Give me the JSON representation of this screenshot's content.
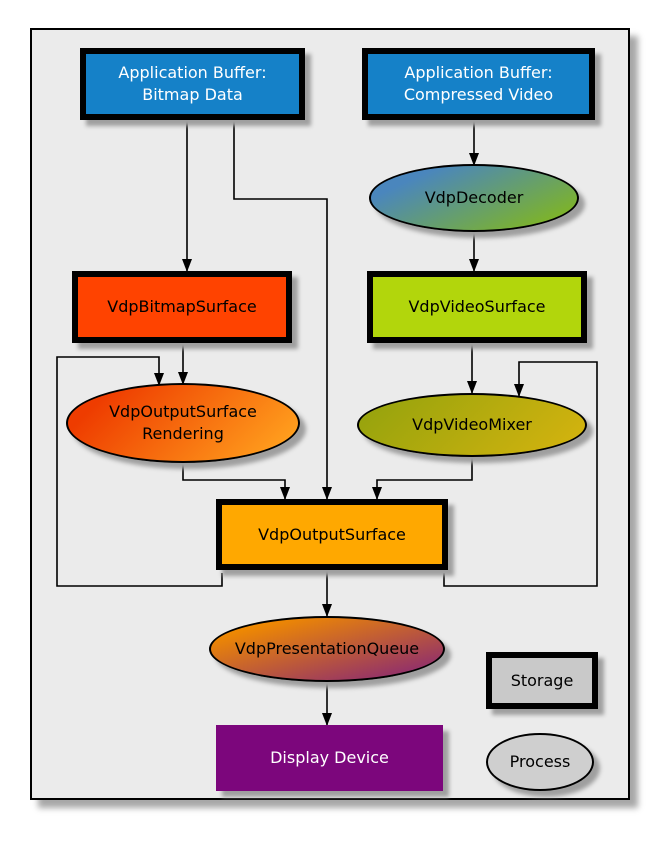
{
  "diagram": {
    "background": "#ebebeb",
    "nodes": {
      "app_buffer_bitmap": {
        "line1": "Application Buffer:",
        "line2": "Bitmap Data",
        "fill": "#1581c8",
        "text_color": "#ffffff"
      },
      "app_buffer_video": {
        "line1": "Application Buffer:",
        "line2": "Compressed Video",
        "fill": "#1581c8",
        "text_color": "#ffffff"
      },
      "decoder": {
        "label": "VdpDecoder",
        "fill_gradient": [
          "#4a86bd",
          "#7cb22d"
        ]
      },
      "bitmap_surface": {
        "label": "VdpBitmapSurface",
        "fill": "#ff4300"
      },
      "video_surface": {
        "label": "VdpVideoSurface",
        "fill": "#b2d60c"
      },
      "rendering": {
        "line1": "VdpOutputSurface",
        "line2": "Rendering",
        "fill_gradient": [
          "#ee3c00",
          "#ff9e1d"
        ]
      },
      "mixer": {
        "label": "VdpVideoMixer",
        "fill_gradient": [
          "#99a40d",
          "#d0b20e"
        ]
      },
      "output_surface": {
        "label": "VdpOutputSurface",
        "fill": "#ffa800"
      },
      "presentation_queue": {
        "label": "VdpPresentationQueue",
        "fill_gradient": [
          "#f08a00",
          "#8e2d6e"
        ]
      },
      "display_device": {
        "label": "Display Device",
        "fill": "#7c067c",
        "text_color": "#ffffff"
      }
    },
    "legend": {
      "storage": {
        "label": "Storage",
        "fill": "#c9c9c9"
      },
      "process": {
        "label": "Process",
        "fill": "#cfcfcf"
      }
    }
  }
}
